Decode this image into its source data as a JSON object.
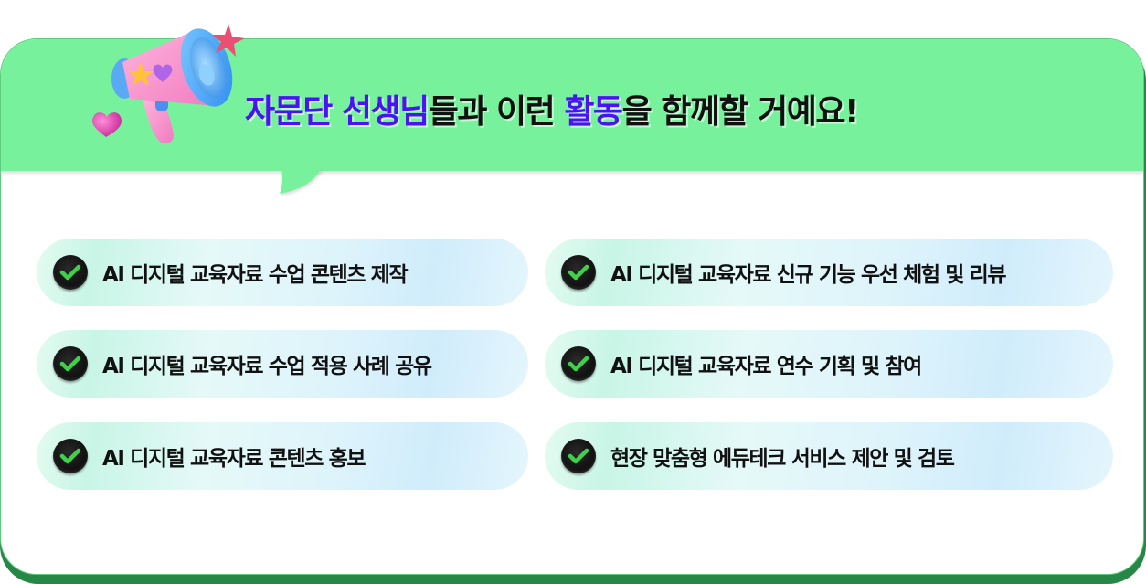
{
  "banner": {
    "headline_parts": [
      {
        "text": "자문단 선생님",
        "accent": true
      },
      {
        "text": "들과 이런 ",
        "accent": false
      },
      {
        "text": "활동",
        "accent": true
      },
      {
        "text": "을 함께할 거예요!",
        "accent": false
      }
    ],
    "accent_color": "#4a12f5",
    "header_color": "#78f19d",
    "icon": "megaphone-icon"
  },
  "activities": {
    "left": [
      {
        "label": "AI 디지털 교육자료 수업 콘텐츠 제작",
        "icon": "check-circle-icon"
      },
      {
        "label": "AI 디지털 교육자료 수업 적용 사례 공유",
        "icon": "check-circle-icon"
      },
      {
        "label": "AI 디지털 교육자료 콘텐츠 홍보",
        "icon": "check-circle-icon"
      }
    ],
    "right": [
      {
        "label": "AI 디지털 교육자료 신규 기능 우선 체험 및 리뷰",
        "icon": "check-circle-icon"
      },
      {
        "label": "AI 디지털 교육자료 연수 기획 및 참여",
        "icon": "check-circle-icon"
      },
      {
        "label": "현장 맞춤형 에듀테크 서비스 제안 및 검토",
        "icon": "check-circle-icon"
      }
    ]
  }
}
